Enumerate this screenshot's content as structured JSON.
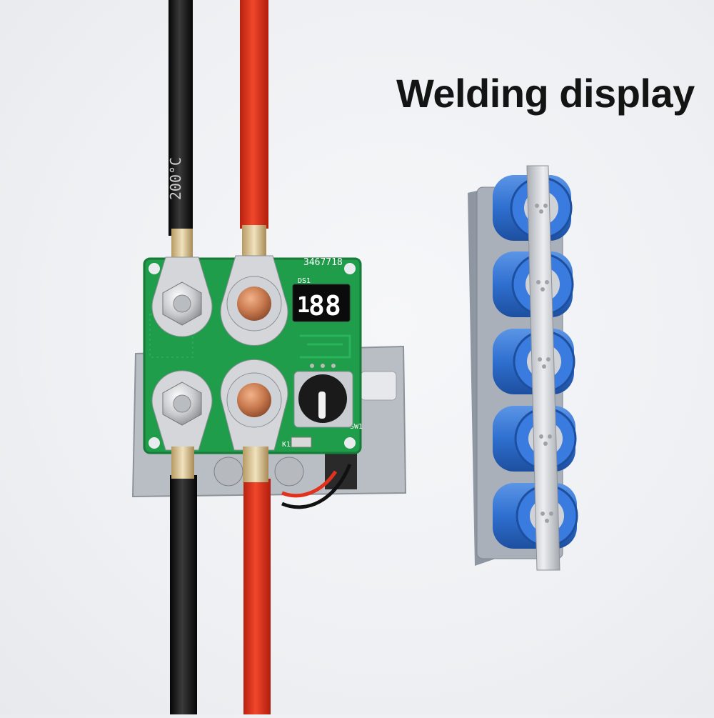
{
  "caption": {
    "title": "Welding display"
  },
  "board": {
    "model_number": "3467718",
    "display_ref": "DS1",
    "display_digits": "88",
    "display_leading": "1",
    "switch_ref": "SW1",
    "relay_ref": "K1"
  },
  "cable_print": {
    "black_top": "200°C"
  },
  "colors": {
    "pcb_green": "#1f9d4a",
    "red_cable": "#e2321d",
    "black_cable": "#151515",
    "cell_blue": "#2f6fcf",
    "holder_gray": "#9aa2ad",
    "nickel_strip": "#cfd2d6",
    "led_segment": "#ffffff",
    "display_bg": "#0b0b0b"
  },
  "battery_pack": {
    "cell_count": 5
  }
}
